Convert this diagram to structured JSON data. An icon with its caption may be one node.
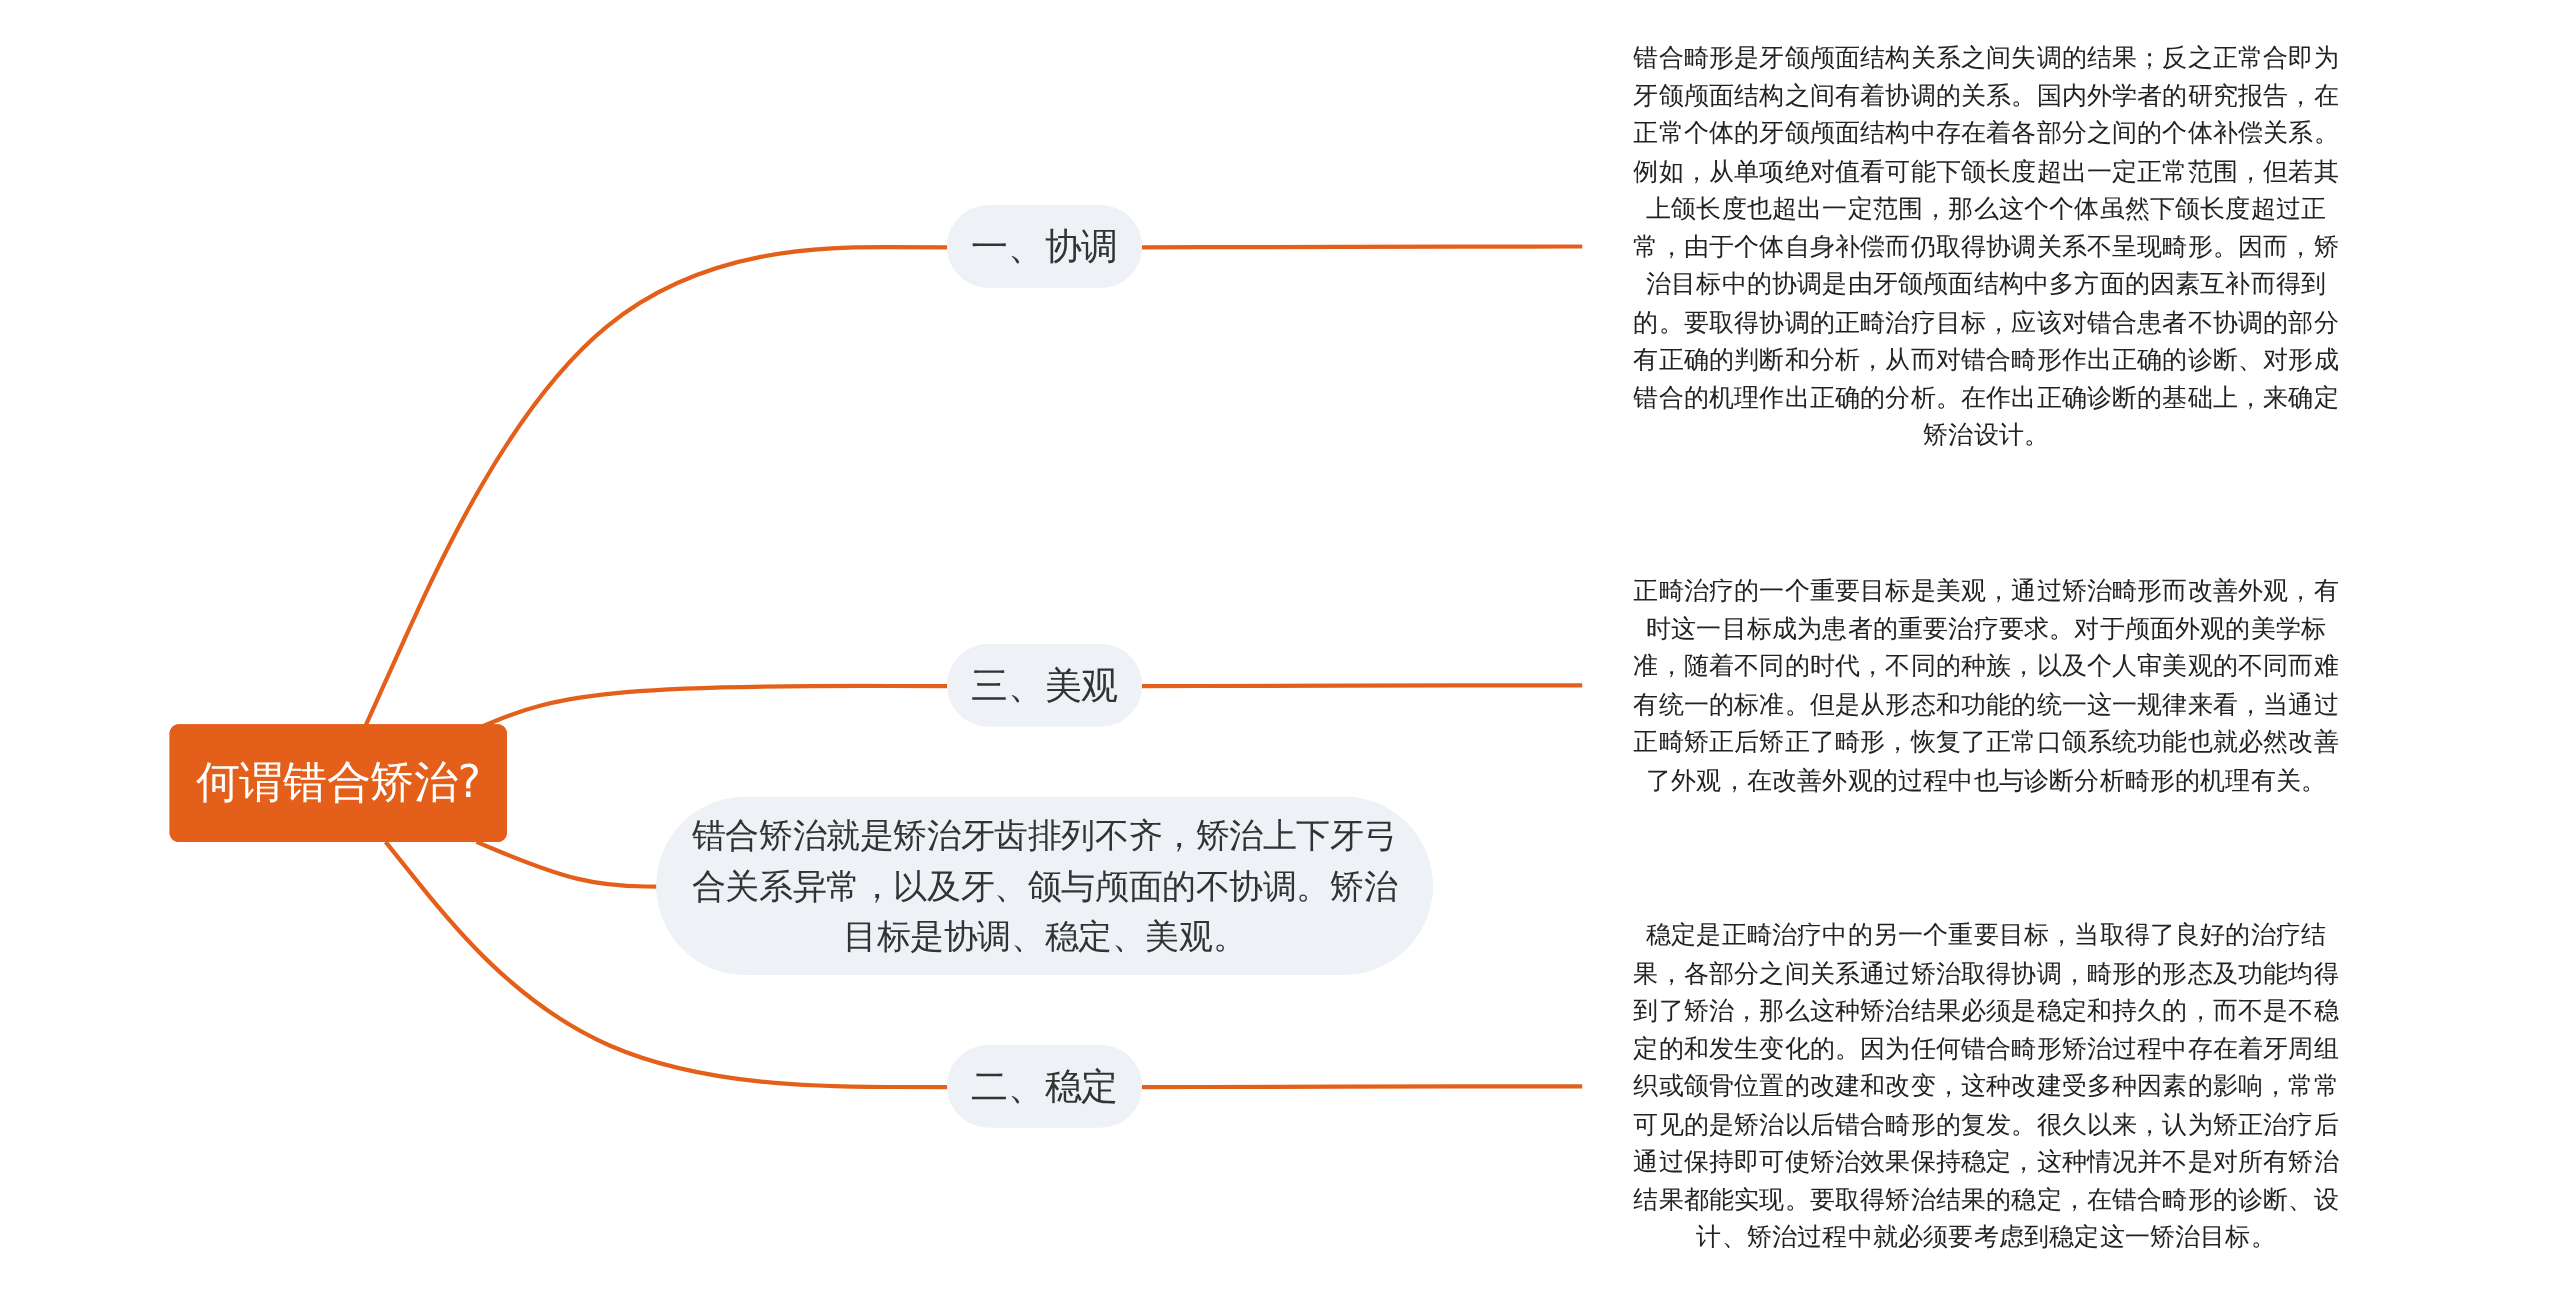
{
  "diagram": {
    "nodes": [
      {
        "text": [
          "何谓错合矫治?"
        ]
      },
      {
        "text": [
          "一、协调"
        ]
      },
      {
        "text": [
          "错合畸形是牙颌颅面结构关系之间失调的结果；反之正常合即为牙颌颅面结构之间有着协调的关系。国内外学者的研究报告，在正常个体的牙颌颅面结构中存在着各部分之间的个体补偿关系。例如，从单项绝对值看可能下颌长度超出一定正常范围，但若其上颌长度也超出一定范围，那么这个个体虽然下颌长度超过正常，由于个体自身补偿而仍取得协调关系不呈现畸形。因而，矫治目标中的协调是由牙颌颅面结构中多方面的因素互补而得到的。要取得协调的正畸治疗目标，应该对错合患者不协调的部分有正确的判断和分析，从而对错合畸形作出正确的诊断、对形成错合的机理作出正确的分析。在作出正确诊断的基础上，来确定矫治设计。"
        ]
      },
      {
        "text": [
          "三、美观"
        ]
      },
      {
        "text": [
          "正畸治疗的一个重要目标是美观，通过矫治畸形而改善外观，有时这一目标成为患者的重要治疗要求。对于颅面外观的美学标准，随着不同的时代，不同的种族，以及个人审美观的不同而难有统一的标准。但是从形态和功能的统一这一规律来看，当通过正畸矫正后矫正了畸形，恢复了正常口颌系统功能也就必然改善了外观，在改善外观的过程中也与诊断分析畸形的机理有关。"
        ]
      },
      {
        "text": [
          "错合矫治就是矫治牙齿排列不齐，矫治上下牙弓合关系异常，以及牙、颌与颅面的不协调。矫治目标是协调、稳定、美观。"
        ]
      },
      {
        "text": [
          "二、稳定"
        ]
      },
      {
        "text": [
          "稳定是正畸治疗中的另一个重要目标，当取得了良好的治疗结果，各部分之间关系通过矫治取得协调，畸形的形态及功能均得到了矫治，那么这种矫治结果必须是稳定和持久的，而不是不稳定的和发生变化的。因为任何错合畸形矫治过程中存在着牙周组织或颌骨位置的改建和改变，这种改建受多种因素的影响，常常可见的是矫治以后错合畸形的复发。很久以来，认为矫正治疗后通过保持即可使矫治效果保持稳定，这种情况并不是对所有矫治结果都能实现。要取得矫治结果的稳定，在错合畸形的诊断、设计、矫治过程中就必须要考虑到稳定这一矫治目标。"
        ]
      }
    ],
    "edges": [
      {
        "from": 0,
        "to": 1,
        "arrow": "none"
      },
      {
        "from": 1,
        "to": 2,
        "arrow": "none"
      },
      {
        "from": 0,
        "to": 3,
        "arrow": "none"
      },
      {
        "from": 3,
        "to": 4,
        "arrow": "none"
      },
      {
        "from": 0,
        "to": 5,
        "arrow": "none"
      },
      {
        "from": 0,
        "to": 6,
        "arrow": "none"
      },
      {
        "from": 6,
        "to": 7,
        "arrow": "none"
      }
    ]
  }
}
